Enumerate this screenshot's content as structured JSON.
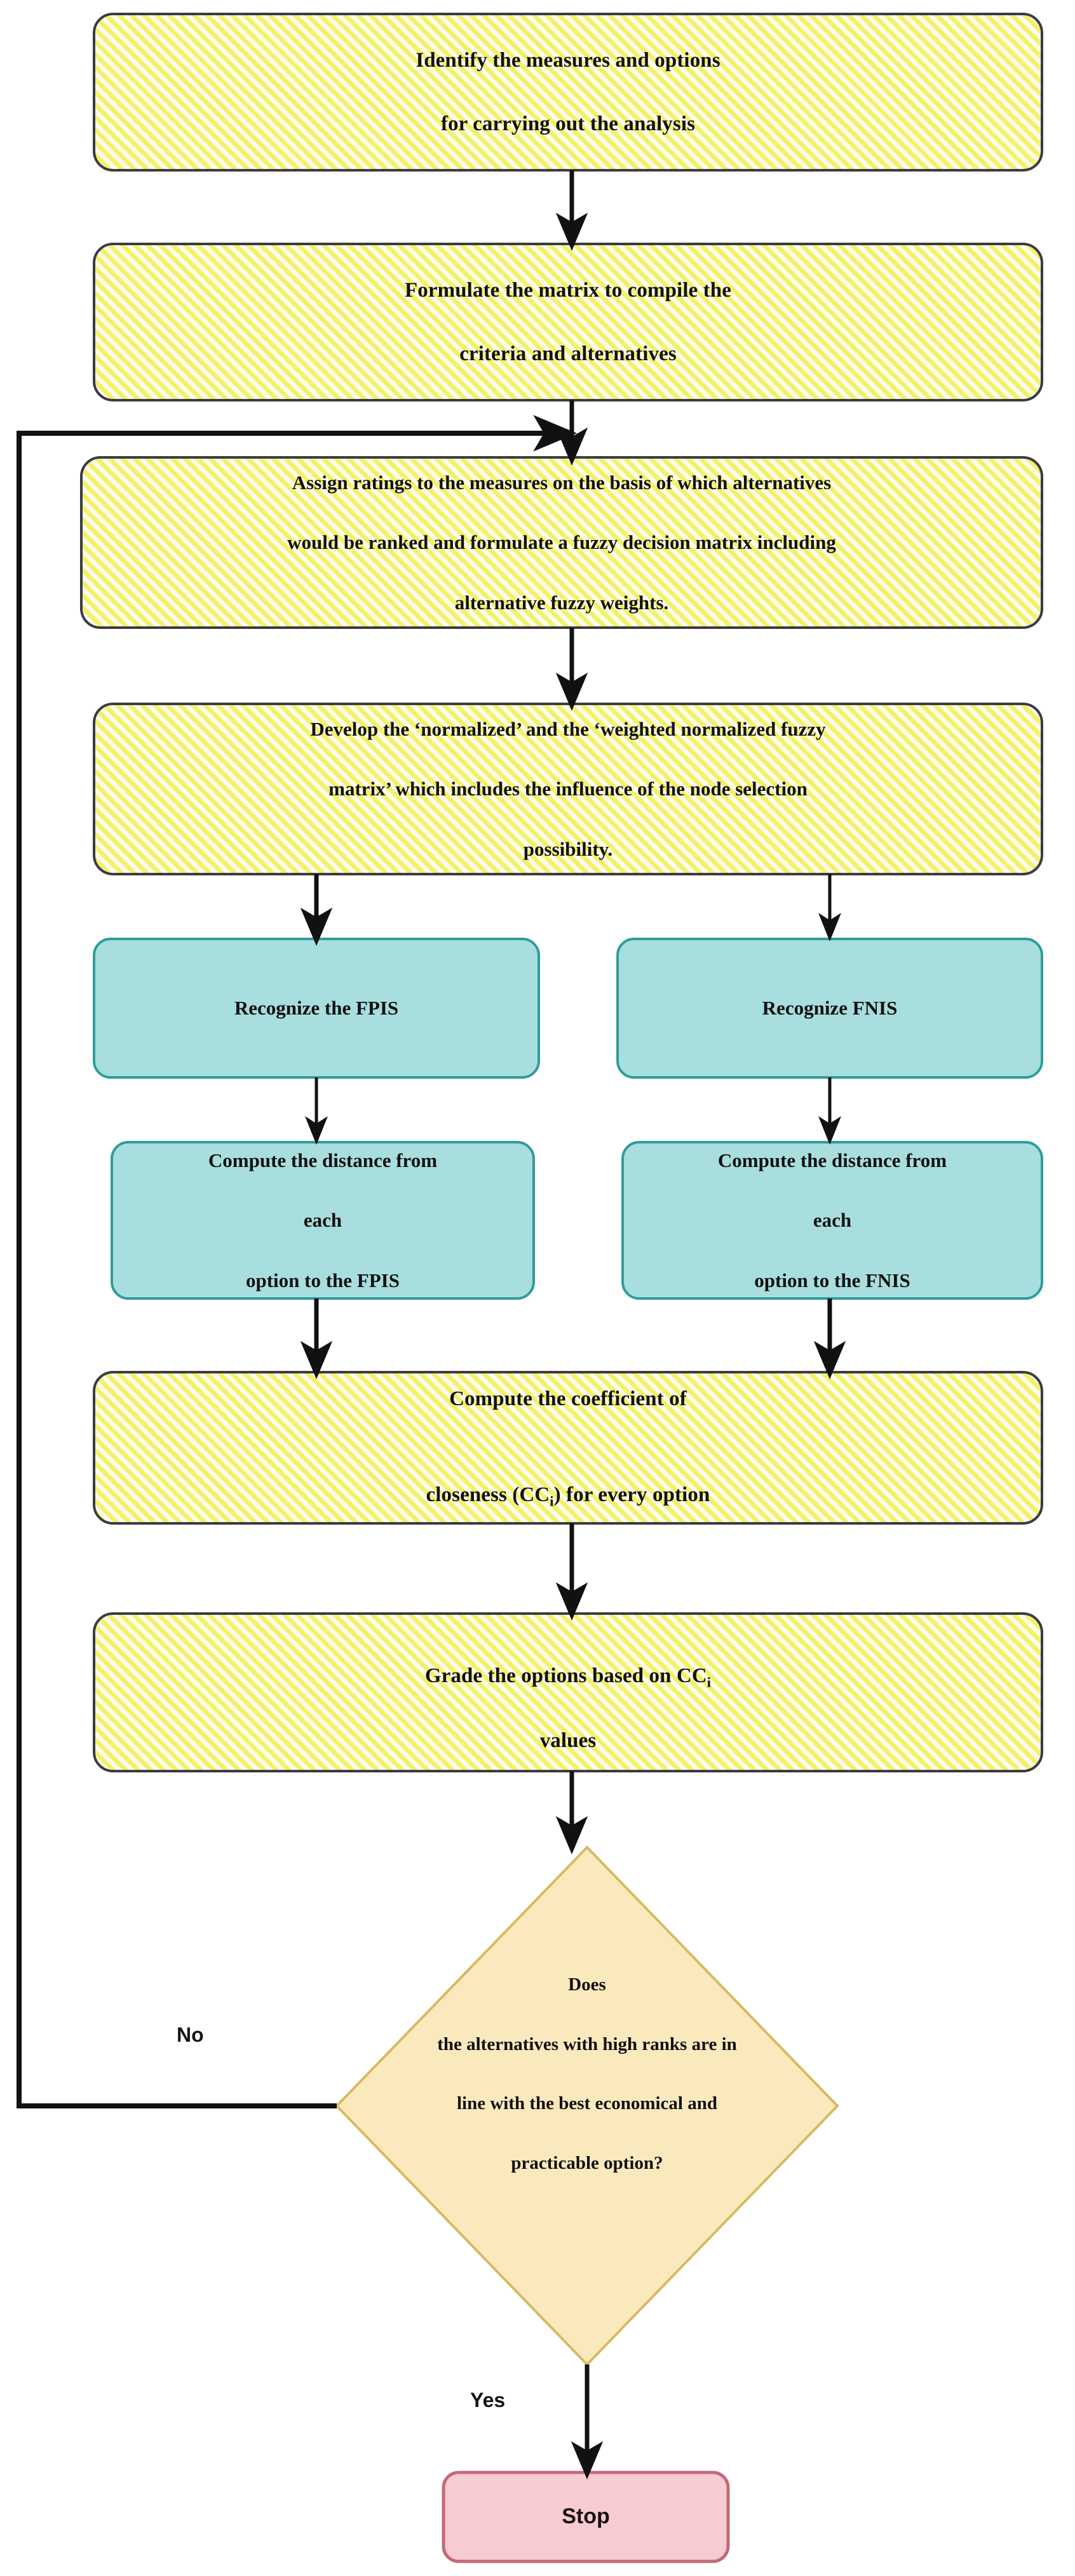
{
  "diagram": {
    "title": "Fuzzy TOPSIS decision-making flowchart",
    "palette": {
      "process_fill": "#FBFAD8",
      "process_stripe": "#F2EE4A",
      "process_border": "#3A3A48",
      "teal_fill": "#A8DEDE",
      "teal_border": "#2F9C9C",
      "decision_fill": "#FBE9BE",
      "decision_border": "#D9B961",
      "stop_fill": "#F6CBD1",
      "stop_border": "#C26A78",
      "connector": "#111111",
      "page_background": "#FFFFFF"
    },
    "nodes": {
      "identify": {
        "shape": "process",
        "line1": "Identify the measures and options",
        "line2": "for carrying out the analysis"
      },
      "formulate": {
        "shape": "process",
        "line1": "Formulate the matrix to compile the",
        "line2": "criteria and alternatives"
      },
      "assign": {
        "shape": "process",
        "line1": "Assign ratings to the measures on the basis of which alternatives",
        "line2": "would be ranked and formulate a fuzzy decision matrix including",
        "line3": "alternative fuzzy weights."
      },
      "develop": {
        "shape": "process",
        "line1": "Develop the ‘normalized’ and the ‘weighted normalized fuzzy",
        "line2": "matrix’ which includes the influence of the node selection",
        "line3": "possibility."
      },
      "fpis": {
        "shape": "teal",
        "line1": "Recognize the FPIS"
      },
      "fnis": {
        "shape": "teal",
        "line1": "Recognize FNIS"
      },
      "dist_fpis": {
        "shape": "teal",
        "line1": "Compute the distance from",
        "line2": "each",
        "line3": "option to the FPIS"
      },
      "dist_fnis": {
        "shape": "teal",
        "line1": "Compute the distance from",
        "line2": "each",
        "line3": "option to the FNIS"
      },
      "closeness": {
        "shape": "process",
        "line1": "Compute the coefficient of",
        "line2_pre": "closeness (CC",
        "line2_sub": "i",
        "line2_post": ") for every option"
      },
      "grade": {
        "shape": "process",
        "line1_pre": "Grade the options based on CC",
        "line1_sub": "i",
        "line2": "values"
      },
      "decision": {
        "shape": "diamond",
        "line1": "Does",
        "line2": "the alternatives with high ranks are in",
        "line3": "line with the best economical and",
        "line4": "practicable option?"
      },
      "stop": {
        "shape": "terminator",
        "label": "Stop"
      }
    },
    "edge_labels": {
      "no": "No",
      "yes": "Yes"
    }
  }
}
